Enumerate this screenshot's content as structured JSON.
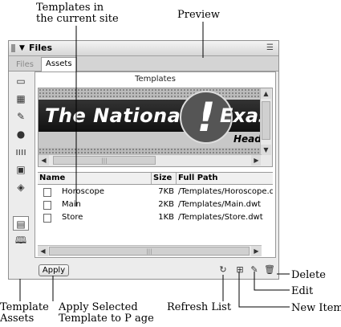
{
  "callouts": {
    "templates_line1": "Templates in",
    "templates_line2": "the current site",
    "preview": "Preview",
    "delete": "Delete",
    "edit": "Edit",
    "new_item": "New Item",
    "template_assets_line1": "Template",
    "template_assets_line2": "Assets",
    "apply_line1": "Apply Selected",
    "apply_line2": "Template to P age",
    "refresh": "Refresh List"
  },
  "panel": {
    "title": "Files",
    "tabs": [
      {
        "label": "Files",
        "active": false
      },
      {
        "label": "Assets",
        "active": true
      }
    ],
    "content_title": "Templates",
    "preview": {
      "headline": "The National",
      "headline_right": "Exas",
      "subhead": "Headl",
      "badge": "!"
    },
    "columns": {
      "name": "Name",
      "size": "Size",
      "path": "Full Path"
    },
    "rows": [
      {
        "name": "Horoscope",
        "size": "7KB",
        "path": "/Templates/Horoscope.dwt"
      },
      {
        "name": "Main",
        "size": "2KB",
        "path": "/Templates/Main.dwt"
      },
      {
        "name": "Store",
        "size": "1KB",
        "path": "/Templates/Store.dwt"
      }
    ],
    "apply_label": "Apply",
    "categories": [
      "images-icon",
      "colors-icon",
      "urls-icon",
      "flash-icon",
      "shockwave-icon",
      "movies-icon",
      "scripts-icon",
      "templates-icon",
      "library-icon"
    ]
  }
}
